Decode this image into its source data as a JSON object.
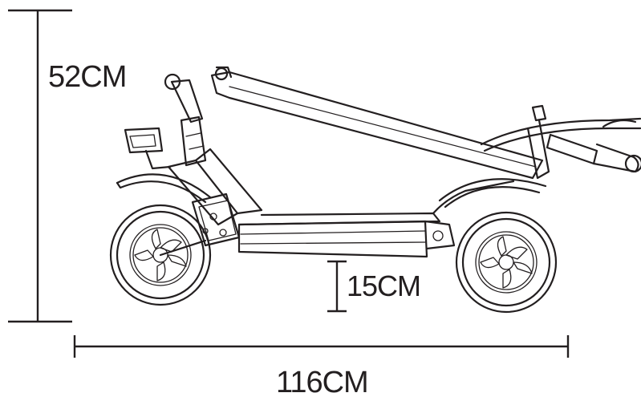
{
  "dimensions": {
    "height": "52CM",
    "ground_clearance": "15CM",
    "length": "116CM"
  },
  "colors": {
    "line": "#231f20",
    "background": "#ffffff"
  }
}
